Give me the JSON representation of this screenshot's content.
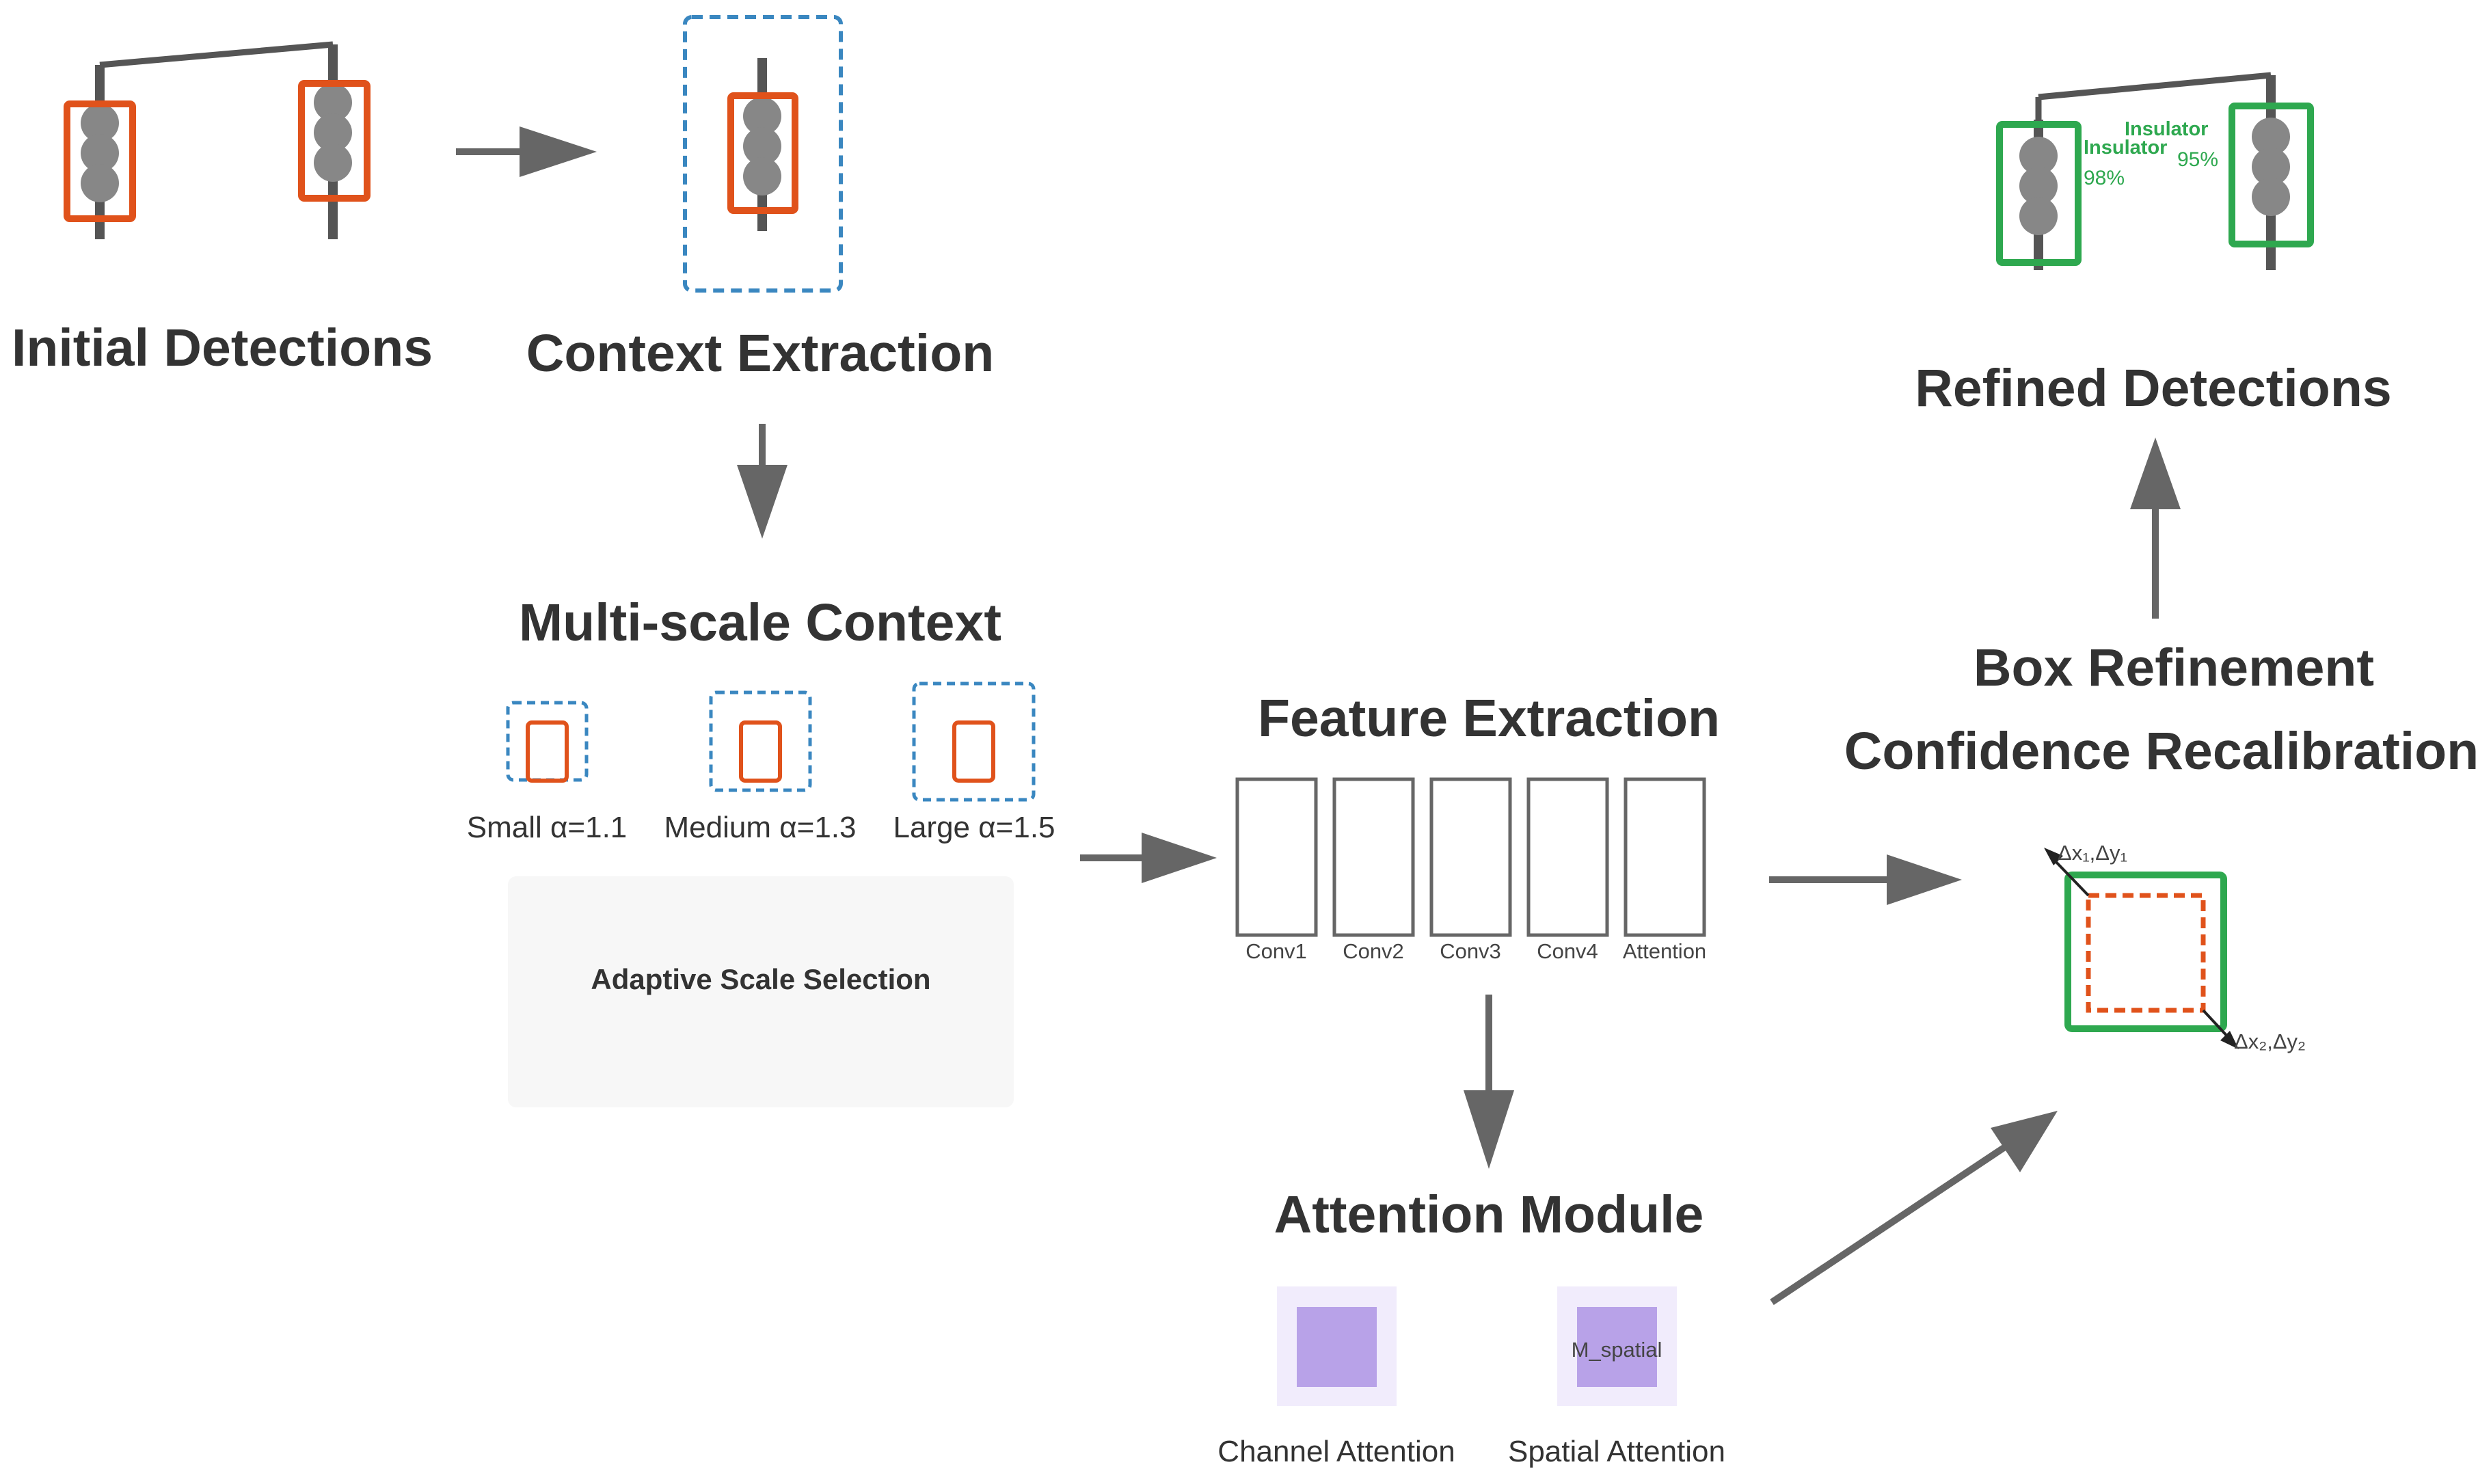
{
  "colors": {
    "detection_box": "#e0521b",
    "context_box": "#3a87c0",
    "refined_box": "#2ea84f",
    "arrow": "#666666",
    "insulator": "#878787",
    "pole": "#555555",
    "attention_fill": "#b8a2e8",
    "attention_bg": "#f1ecfc",
    "panel_bg": "#f7f7f7"
  },
  "stages": {
    "initial": "Initial Detections",
    "context": "Context Extraction",
    "multiscale": "Multi-scale Context",
    "feature": "Feature Extraction",
    "attention": "Attention Module",
    "box_refinement": "Box Refinement",
    "confidence": "Confidence Recalibration",
    "refined": "Refined Detections"
  },
  "scales": [
    {
      "label": "Small α=1.1"
    },
    {
      "label": "Medium α=1.3"
    },
    {
      "label": "Large α=1.5"
    }
  ],
  "adaptive_panel": "Adaptive Scale Selection",
  "feature_layers": [
    "Conv1",
    "Conv2",
    "Conv3",
    "Conv4",
    "Attention"
  ],
  "attention_parts": {
    "channel": "Channel Attention",
    "spatial": "Spatial Attention",
    "spatial_map": "M_spatial"
  },
  "refinement_deltas": {
    "top_left": "Δx₁,Δy₁",
    "bottom_right": "Δx₂,Δy₂"
  },
  "refined_detections": [
    {
      "class": "Insulator",
      "confidence": "98%"
    },
    {
      "class": "Insulator",
      "confidence": "95%"
    }
  ],
  "icons": [
    "arrow-right-icon",
    "arrow-down-icon",
    "arrow-up-icon",
    "insulator-icon",
    "power-pole-icon"
  ]
}
